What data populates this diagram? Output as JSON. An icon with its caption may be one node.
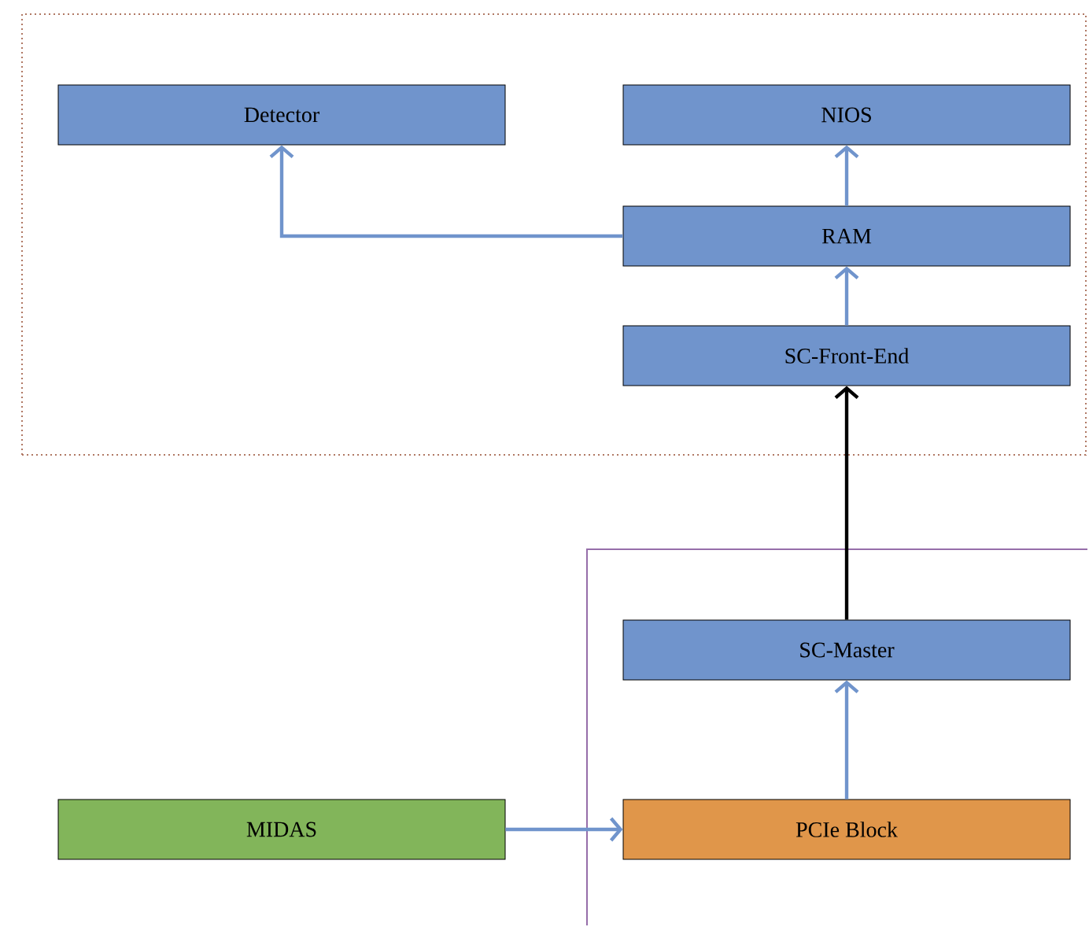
{
  "diagram": {
    "nodes": [
      {
        "text": [],
        "shape": "box"
      },
      {
        "text": [
          "Detector"
        ],
        "in": 0
      },
      {
        "text": [
          "NIOS"
        ],
        "in": 0
      },
      {
        "text": [
          "RAM"
        ],
        "in": 0
      },
      {
        "text": [
          "SC-Front-End"
        ],
        "in": 0
      },
      {
        "text": [],
        "shape": "box"
      },
      {
        "text": [
          "SC-Master"
        ],
        "in": 5
      },
      {
        "text": [
          "MIDAS"
        ]
      },
      {
        "text": [
          "PCIe Block"
        ],
        "in": 5
      }
    ],
    "edges": [
      {
        "from": 3,
        "to": 1,
        "arrow": "to"
      },
      {
        "from": 3,
        "to": 2,
        "arrow": "to"
      },
      {
        "from": 4,
        "to": 3,
        "arrow": "to"
      },
      {
        "from": 6,
        "to": 4,
        "arrow": "to",
        "color": "#000000"
      },
      {
        "from": 8,
        "to": 6,
        "arrow": "to"
      },
      {
        "from": 7,
        "to": 8,
        "arrow": "to"
      }
    ]
  }
}
